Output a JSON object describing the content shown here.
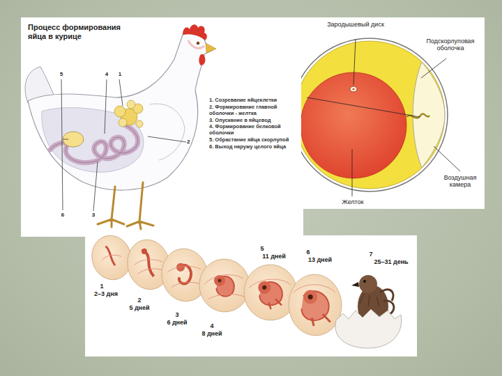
{
  "diagram": {
    "title": "Процесс формирования яйца в курице",
    "labels": [
      "5",
      "4",
      "1",
      "2",
      "6",
      "3",
      "1. Созревание яйцеклетки",
      "2. Формирование главной оболочки - желтка",
      "3. Опускание в яйцевод",
      "4. Формирование белковой оболочки",
      "5. Обрастание яйца скорлупой",
      "6. Выход наружу целого яйца",
      "Зародышевый диск",
      "Подскорлуповая оболочка",
      "Воздушная камера",
      "Желток",
      "1",
      "2–3 дня",
      "2",
      "5 дней",
      "3",
      "6 дней",
      "4",
      "8 дней",
      "5",
      "11 дней",
      "6",
      "13 дней",
      "7",
      "25–31 день"
    ]
  }
}
